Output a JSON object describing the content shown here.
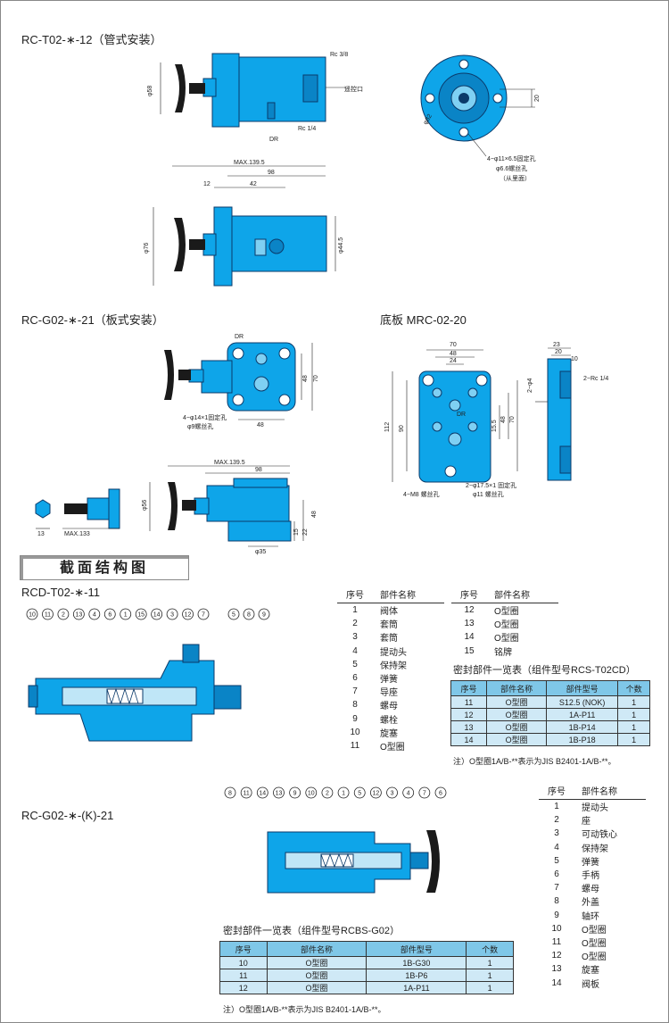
{
  "sections": {
    "tube_title": "RC-T02-∗-12（管式安装）",
    "plate_title": "RC-G02-∗-21（板式安装）",
    "base_title": "底板 MRC-02-20",
    "cross_header": "截面结构图",
    "rcd_title": "RCD-T02-∗-11",
    "rcg_title": "RC-G02-∗-(K)-21"
  },
  "tube_drawing": {
    "labels": {
      "rc38": "Rc 3/8",
      "remote": "遥控口",
      "rc14": "Rc 1/4",
      "dr": "DR",
      "phi58": "φ58",
      "max": "MAX.139.5",
      "d98": "98",
      "d12": "12",
      "d42": "42",
      "phi76": "φ76",
      "phi445": "φ44.5",
      "phi82": "φ82",
      "d20": "20",
      "holes1": "4−φ11×6.5固定孔",
      "holes2": "φ6.6螺丝孔",
      "holes3": "（从里面）"
    }
  },
  "plate_drawing": {
    "labels": {
      "dr": "DR",
      "d70": "70",
      "d48": "48",
      "d48b": "48",
      "holes1": "4−φ14×1固定孔",
      "holes2": "φ9螺丝孔",
      "max": "MAX.139.5",
      "d98": "98",
      "phi56": "φ56",
      "d15": "15",
      "d22": "22",
      "d48c": "48",
      "phi35": "φ35",
      "d13": "13",
      "max133": "MAX.133"
    }
  },
  "base_drawing": {
    "labels": {
      "d70": "70",
      "d48": "48",
      "d24": "24",
      "d112": "112",
      "d90": "90",
      "d155": "15.5",
      "d48b": "48",
      "d70b": "70",
      "dr": "DR",
      "m8": "4−M8 螺丝孔",
      "holes1": "2−φ17.5×1 固定孔",
      "holes2": "φ11 螺丝孔",
      "d23": "23",
      "d20": "20",
      "d10": "10",
      "rc": "2−Rc 1/4",
      "phi4": "2−φ4"
    }
  },
  "rcd_callouts_top": [
    "10",
    "11",
    "2",
    "13",
    "4",
    "6",
    "1",
    "15",
    "14",
    "3",
    "12",
    "7",
    "5",
    "8",
    "9"
  ],
  "rcd_parts_a": {
    "headers": [
      "序号",
      "部件名称"
    ],
    "rows": [
      [
        "1",
        "阀体"
      ],
      [
        "2",
        "套筒"
      ],
      [
        "3",
        "套筒"
      ],
      [
        "4",
        "提动头"
      ],
      [
        "5",
        "保持架"
      ],
      [
        "6",
        "弹簧"
      ],
      [
        "7",
        "导座"
      ],
      [
        "8",
        "螺母"
      ],
      [
        "9",
        "螺栓"
      ],
      [
        "10",
        "旋塞"
      ],
      [
        "11",
        "O型圈"
      ]
    ]
  },
  "rcd_parts_b": {
    "headers": [
      "序号",
      "部件名称"
    ],
    "rows": [
      [
        "12",
        "O型圈"
      ],
      [
        "13",
        "O型圈"
      ],
      [
        "14",
        "O型圈"
      ],
      [
        "15",
        "铭牌"
      ]
    ]
  },
  "seal_table_1": {
    "title": "密封部件一览表（组件型号RCS-T02CD）",
    "headers": [
      "序号",
      "部件名称",
      "部件型号",
      "个数"
    ],
    "rows": [
      [
        "11",
        "O型圈",
        "S12.5 (NOK)",
        "1"
      ],
      [
        "12",
        "O型圈",
        "1A-P11",
        "1"
      ],
      [
        "13",
        "O型圈",
        "1B-P14",
        "1"
      ],
      [
        "14",
        "O型圈",
        "1B-P18",
        "1"
      ]
    ],
    "note": "注）O型圈1A/B-**表示为JIS B2401-1A/B-**。"
  },
  "rcg_callouts_top": [
    "8",
    "11",
    "14",
    "13",
    "9",
    "10",
    "2",
    "1",
    "5",
    "12",
    "3",
    "4",
    "7",
    "6"
  ],
  "rcg_parts": {
    "headers": [
      "序号",
      "部件名称"
    ],
    "rows": [
      [
        "1",
        "提动头"
      ],
      [
        "2",
        "座"
      ],
      [
        "3",
        "可动铁心"
      ],
      [
        "4",
        "保持架"
      ],
      [
        "5",
        "弹簧"
      ],
      [
        "6",
        "手柄"
      ],
      [
        "7",
        "螺母"
      ],
      [
        "8",
        "外盖"
      ],
      [
        "9",
        "轴环"
      ],
      [
        "10",
        "O型圈"
      ],
      [
        "11",
        "O型圈"
      ],
      [
        "12",
        "O型圈"
      ],
      [
        "13",
        "旋塞"
      ],
      [
        "14",
        "阀板"
      ]
    ]
  },
  "seal_table_2": {
    "title": "密封部件一览表（组件型号RCBS-G02）",
    "headers": [
      "序号",
      "部件名称",
      "部件型号",
      "个数"
    ],
    "rows": [
      [
        "10",
        "O型圈",
        "1B-G30",
        "1"
      ],
      [
        "11",
        "O型圈",
        "1B-P6",
        "1"
      ],
      [
        "12",
        "O型圈",
        "1A-P11",
        "1"
      ]
    ],
    "note": "注）O型圈1A/B-**表示为JIS B2401-1A/B-**。"
  },
  "colors": {
    "body": "#0ea5e9",
    "table_header": "#7fc7e8",
    "table_cell": "#cfe9f6"
  }
}
